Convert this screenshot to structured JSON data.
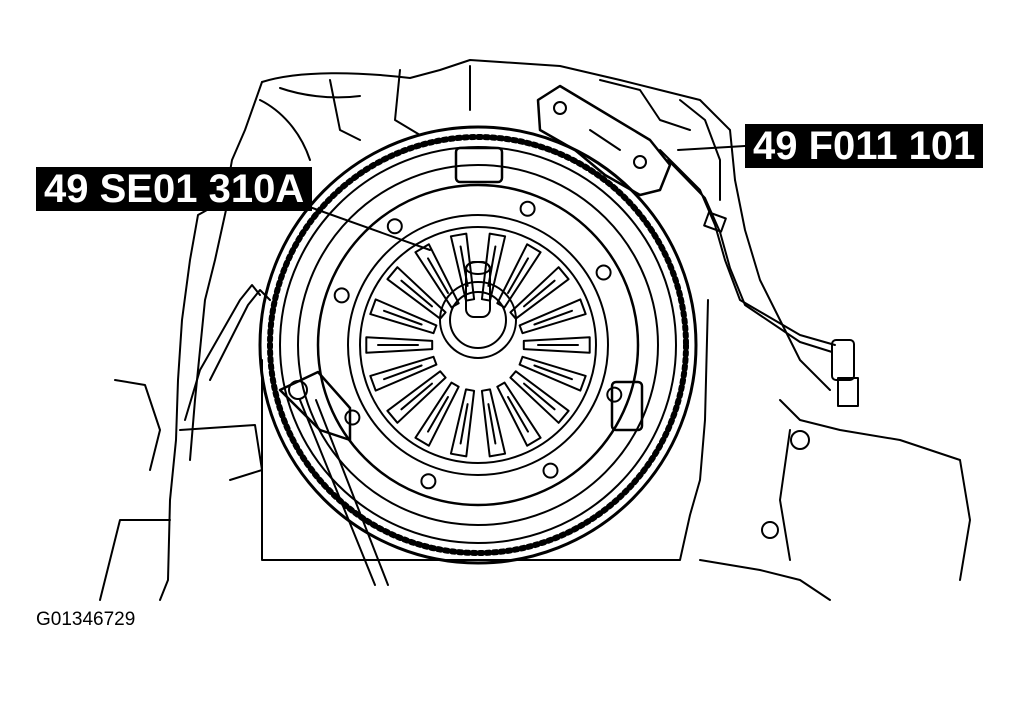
{
  "callouts": {
    "clutch_alignment_tool": "49 SE01 310A",
    "flywheel_lock_tool": "49 F011 101"
  },
  "figure_id": "G01346729",
  "colors": {
    "ink": "#000000",
    "paper": "#ffffff"
  }
}
